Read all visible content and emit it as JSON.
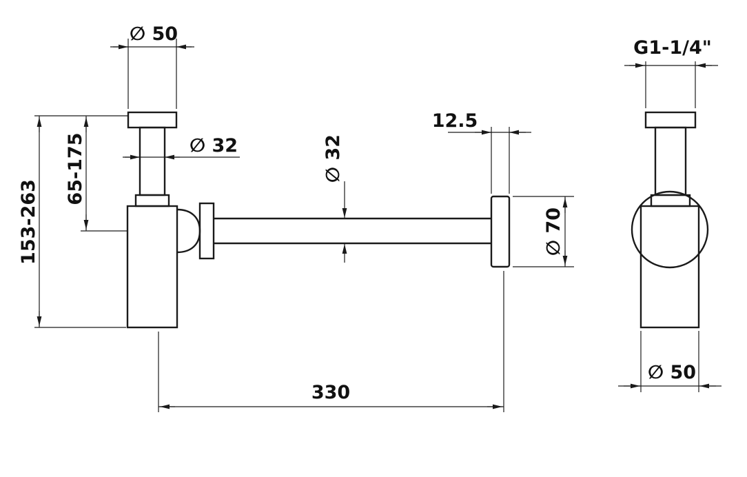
{
  "drawing": {
    "type": "technical-dimension-drawing",
    "subject": "bottle trap siphon, side and front views",
    "colors": {
      "line": "#1a1a1a",
      "background": "#ffffff",
      "text": "#111111"
    },
    "views": {
      "side_view": {
        "dims": {
          "cap_diameter": "∅ 50",
          "inlet_pipe_diameter": "∅ 32",
          "outlet_pipe_diameter": "∅ 32",
          "wall_flange_thickness": "12.5",
          "flange_diameter": "∅ 70",
          "adjustable_height": "65-175",
          "overall_height": "153-263",
          "outlet_length": "330"
        }
      },
      "front_view": {
        "dims": {
          "thread_size": "G1-1/4\"",
          "body_diameter": "∅ 50"
        }
      }
    }
  }
}
